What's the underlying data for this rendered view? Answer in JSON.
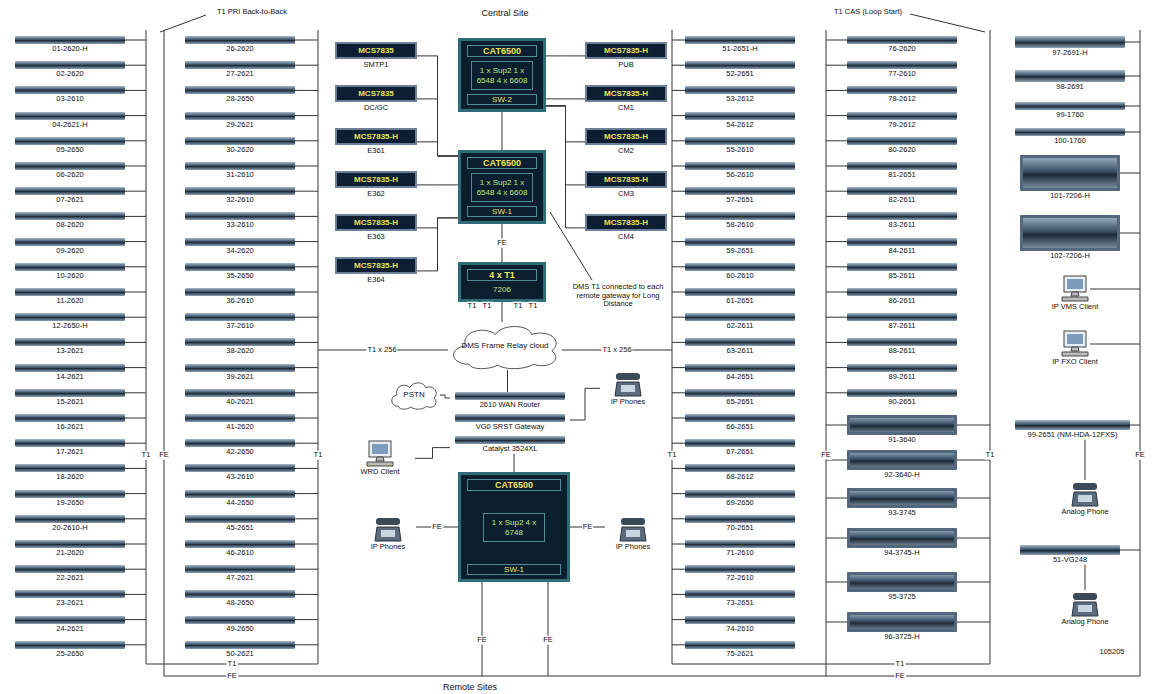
{
  "diagram": {
    "title": "Central Site",
    "caption": "Remote Sites",
    "nodes": [
      {
        "text": [
          "01-2620-H"
        ]
      },
      {
        "text": [
          "02-2620"
        ]
      },
      {
        "text": [
          "03-2610"
        ]
      },
      {
        "text": [
          "04-2621-H"
        ]
      },
      {
        "text": [
          "05-2650"
        ]
      },
      {
        "text": [
          "06-2620"
        ]
      },
      {
        "text": [
          "07-2621"
        ]
      },
      {
        "text": [
          "08-2620"
        ]
      },
      {
        "text": [
          "09-2620"
        ]
      },
      {
        "text": [
          "10-2620"
        ]
      },
      {
        "text": [
          "11-2620"
        ]
      },
      {
        "text": [
          "12-2650-H"
        ]
      },
      {
        "text": [
          "13-2621"
        ]
      },
      {
        "text": [
          "14-2621"
        ]
      },
      {
        "text": [
          "15-2621"
        ]
      },
      {
        "text": [
          "16-2621"
        ]
      },
      {
        "text": [
          "17-2621"
        ]
      },
      {
        "text": [
          "18-2620"
        ]
      },
      {
        "text": [
          "19-2650"
        ]
      },
      {
        "text": [
          "20-2610-H"
        ]
      },
      {
        "text": [
          "21-2620"
        ]
      },
      {
        "text": [
          "22-2621"
        ]
      },
      {
        "text": [
          "23-2621"
        ]
      },
      {
        "text": [
          "24-2621"
        ]
      },
      {
        "text": [
          "25-2650"
        ]
      },
      {
        "text": [
          "26-2620"
        ]
      },
      {
        "text": [
          "27-2621"
        ]
      },
      {
        "text": [
          "28-2650"
        ]
      },
      {
        "text": [
          "29-2621"
        ]
      },
      {
        "text": [
          "30-2620"
        ]
      },
      {
        "text": [
          "31-2610"
        ]
      },
      {
        "text": [
          "32-2610"
        ]
      },
      {
        "text": [
          "33-2610"
        ]
      },
      {
        "text": [
          "34-2620"
        ]
      },
      {
        "text": [
          "35-2650"
        ]
      },
      {
        "text": [
          "36-2610"
        ]
      },
      {
        "text": [
          "37-2610"
        ]
      },
      {
        "text": [
          "38-2620"
        ]
      },
      {
        "text": [
          "39-2621"
        ]
      },
      {
        "text": [
          "40-2621"
        ]
      },
      {
        "text": [
          "41-2620"
        ]
      },
      {
        "text": [
          "42-2650"
        ]
      },
      {
        "text": [
          "43-2610"
        ]
      },
      {
        "text": [
          "44-2650"
        ]
      },
      {
        "text": [
          "45-2651"
        ]
      },
      {
        "text": [
          "46-2610"
        ]
      },
      {
        "text": [
          "47-2621"
        ]
      },
      {
        "text": [
          "48-2650"
        ]
      },
      {
        "text": [
          "49-2650"
        ]
      },
      {
        "text": [
          "50-2621"
        ]
      },
      {
        "text": [
          "MCS7835",
          "SMTP1"
        ]
      },
      {
        "text": [
          "MCS7835",
          "DC/GC"
        ]
      },
      {
        "text": [
          "MCS7835-H",
          "E361"
        ]
      },
      {
        "text": [
          "MCS7835-H",
          "E362"
        ]
      },
      {
        "text": [
          "MCS7835-H",
          "E363"
        ]
      },
      {
        "text": [
          "MCS7835-H",
          "E364"
        ]
      },
      {
        "text": [
          "CAT6500",
          "1 x Sup2 1 x 6548 4 x 6608",
          "SW-2"
        ]
      },
      {
        "text": [
          "CAT6500",
          "1 x Sup2 1 x 6548 4 x 6608",
          "SW-1"
        ]
      },
      {
        "text": [
          "4 x T1",
          "7206"
        ]
      },
      {
        "text": [
          "MCS7835-H",
          "PUB"
        ]
      },
      {
        "text": [
          "MCS7835-H",
          "CM1"
        ]
      },
      {
        "text": [
          "MCS7835-H",
          "CM2"
        ]
      },
      {
        "text": [
          "MCS7835-H",
          "CM3"
        ]
      },
      {
        "text": [
          "MCS7835-H",
          "CM4"
        ]
      },
      {
        "text": [
          "DMS Frame Relay cloud"
        ]
      },
      {
        "text": [
          "PSTN"
        ]
      },
      {
        "text": [
          "2610 WAN Router"
        ]
      },
      {
        "text": [
          "VG0 SRST Gateway"
        ]
      },
      {
        "text": [
          "Catalyst 3524XL"
        ]
      },
      {
        "text": [
          "IP Phones"
        ]
      },
      {
        "text": [
          "WRD Client"
        ]
      },
      {
        "text": [
          "CAT6500",
          "1 x Sup2 4 x 6748",
          "SW-1"
        ]
      },
      {
        "text": [
          "IP Phones"
        ]
      },
      {
        "text": [
          "IP Phones"
        ]
      },
      {
        "text": [
          "51-2651-H"
        ]
      },
      {
        "text": [
          "52-2651"
        ]
      },
      {
        "text": [
          "53-2612"
        ]
      },
      {
        "text": [
          "54-2612"
        ]
      },
      {
        "text": [
          "55-2610"
        ]
      },
      {
        "text": [
          "56-2610"
        ]
      },
      {
        "text": [
          "57-2651"
        ]
      },
      {
        "text": [
          "58-2610"
        ]
      },
      {
        "text": [
          "59-2651"
        ]
      },
      {
        "text": [
          "60-2610"
        ]
      },
      {
        "text": [
          "61-2651"
        ]
      },
      {
        "text": [
          "62-2611"
        ]
      },
      {
        "text": [
          "63-2611"
        ]
      },
      {
        "text": [
          "64-2651"
        ]
      },
      {
        "text": [
          "65-2651"
        ]
      },
      {
        "text": [
          "66-2651"
        ]
      },
      {
        "text": [
          "67-2651"
        ]
      },
      {
        "text": [
          "68-2612"
        ]
      },
      {
        "text": [
          "69-2650"
        ]
      },
      {
        "text": [
          "70-2651"
        ]
      },
      {
        "text": [
          "71-2610"
        ]
      },
      {
        "text": [
          "72-2610"
        ]
      },
      {
        "text": [
          "73-2651"
        ]
      },
      {
        "text": [
          "74-2610"
        ]
      },
      {
        "text": [
          "75-2621"
        ]
      },
      {
        "text": [
          "76-2620"
        ]
      },
      {
        "text": [
          "77-2610"
        ]
      },
      {
        "text": [
          "78-2612"
        ]
      },
      {
        "text": [
          "79-2612"
        ]
      },
      {
        "text": [
          "80-2620"
        ]
      },
      {
        "text": [
          "81-2651"
        ]
      },
      {
        "text": [
          "82-2611"
        ]
      },
      {
        "text": [
          "83-2611"
        ]
      },
      {
        "text": [
          "84-2611"
        ]
      },
      {
        "text": [
          "85-2611"
        ]
      },
      {
        "text": [
          "86-2611"
        ]
      },
      {
        "text": [
          "87-2611"
        ]
      },
      {
        "text": [
          "88-2611"
        ]
      },
      {
        "text": [
          "89-2611"
        ]
      },
      {
        "text": [
          "90-2651"
        ]
      },
      {
        "text": [
          "91-3640"
        ]
      },
      {
        "text": [
          "92-3640-H"
        ]
      },
      {
        "text": [
          "93-3745"
        ]
      },
      {
        "text": [
          "94-3745-H"
        ]
      },
      {
        "text": [
          "95-3725"
        ]
      },
      {
        "text": [
          "96-3725-H"
        ]
      },
      {
        "text": [
          "97-2691-H"
        ]
      },
      {
        "text": [
          "98-2691"
        ]
      },
      {
        "text": [
          "99-1760"
        ]
      },
      {
        "text": [
          "100-1760"
        ]
      },
      {
        "text": [
          "101-7206-H"
        ]
      },
      {
        "text": [
          "102-7206-H"
        ]
      },
      {
        "text": [
          "IP VMS Client"
        ]
      },
      {
        "text": [
          "IP FXO Client"
        ]
      },
      {
        "text": [
          "99-2651 (NM-HDA-12FXS)"
        ]
      },
      {
        "text": [
          "Analog Phone"
        ]
      },
      {
        "text": [
          "51-VG248"
        ]
      },
      {
        "text": [
          "Analog Phone"
        ]
      }
    ],
    "edges": [
      {
        "from": 50,
        "to": 57,
        "arrow": "none"
      },
      {
        "from": 51,
        "to": 57,
        "arrow": "none"
      },
      {
        "from": 52,
        "to": 57,
        "arrow": "none"
      },
      {
        "from": 53,
        "to": 57,
        "arrow": "none"
      },
      {
        "from": 54,
        "to": 57,
        "arrow": "none"
      },
      {
        "from": 55,
        "to": 57,
        "arrow": "none"
      },
      {
        "from": 59,
        "to": 56,
        "arrow": "none"
      },
      {
        "from": 60,
        "to": 56,
        "arrow": "none"
      },
      {
        "from": 61,
        "to": 56,
        "arrow": "none"
      },
      {
        "from": 62,
        "to": 56,
        "arrow": "none"
      },
      {
        "from": 63,
        "to": 56,
        "arrow": "none"
      },
      {
        "from": 56,
        "to": 57,
        "arrow": "none"
      },
      {
        "from": 57,
        "to": 58,
        "label": "FE",
        "arrow": "none"
      },
      {
        "from": 58,
        "to": 64,
        "arrow": "none"
      },
      {
        "from": 64,
        "to": 66,
        "arrow": "none"
      },
      {
        "from": 65,
        "to": 66,
        "arrow": "none"
      },
      {
        "from": 69,
        "to": 67,
        "arrow": "none"
      },
      {
        "from": 70,
        "to": 68,
        "arrow": "none"
      },
      {
        "from": 68,
        "to": 71,
        "arrow": "none"
      },
      {
        "from": 71,
        "to": 72,
        "label": "FE",
        "arrow": "none"
      },
      {
        "from": 71,
        "to": 73,
        "label": "FE",
        "arrow": "none"
      },
      {
        "from": 128,
        "to": 129,
        "arrow": "none"
      },
      {
        "from": 130,
        "to": 131,
        "arrow": "none"
      }
    ],
    "labels": [
      "T1 PRI Back-to-Back",
      "T1 CAS (Loop Start)",
      "DMS T1 connected to each remote gateway for Long Distance",
      "T1",
      "FE",
      "T1",
      "T1",
      "FE",
      "T1",
      "FE",
      "T1",
      "FE",
      "T1",
      "FE",
      "T1 x 256",
      "T1 x 256",
      "T1",
      "T1",
      "T1",
      "T1",
      "FE",
      "FE",
      "105205"
    ]
  }
}
